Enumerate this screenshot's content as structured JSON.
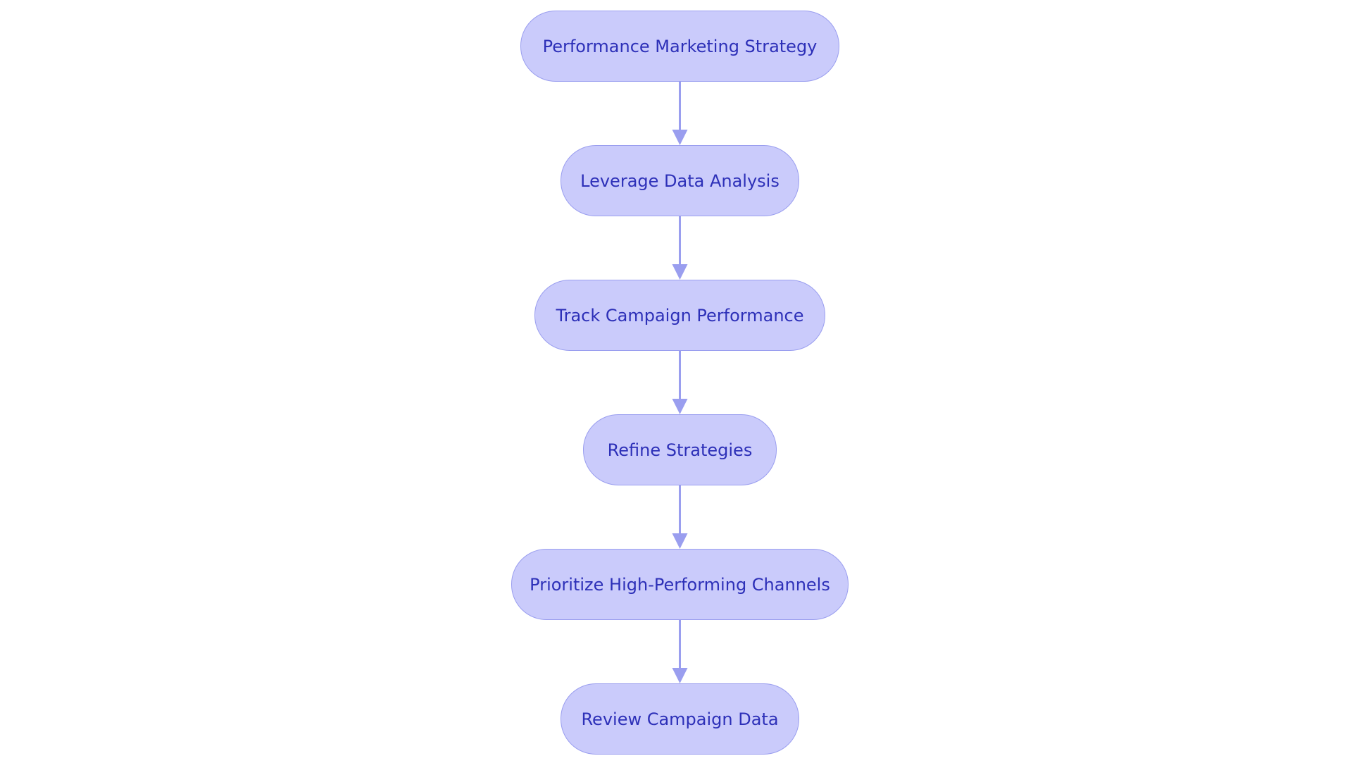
{
  "colors": {
    "node_fill": "#cacbfb",
    "node_border": "#9a9eef",
    "node_text": "#2d30b8",
    "edge": "#9a9eef"
  },
  "nodes": [
    {
      "label": "Performance Marketing Strategy"
    },
    {
      "label": "Leverage Data Analysis"
    },
    {
      "label": "Track Campaign Performance"
    },
    {
      "label": "Refine Strategies"
    },
    {
      "label": "Prioritize High-Performing Channels"
    },
    {
      "label": "Review Campaign Data"
    }
  ],
  "edges": [
    {
      "from": 0,
      "to": 1
    },
    {
      "from": 1,
      "to": 2
    },
    {
      "from": 2,
      "to": 3
    },
    {
      "from": 3,
      "to": 4
    },
    {
      "from": 4,
      "to": 5
    }
  ]
}
